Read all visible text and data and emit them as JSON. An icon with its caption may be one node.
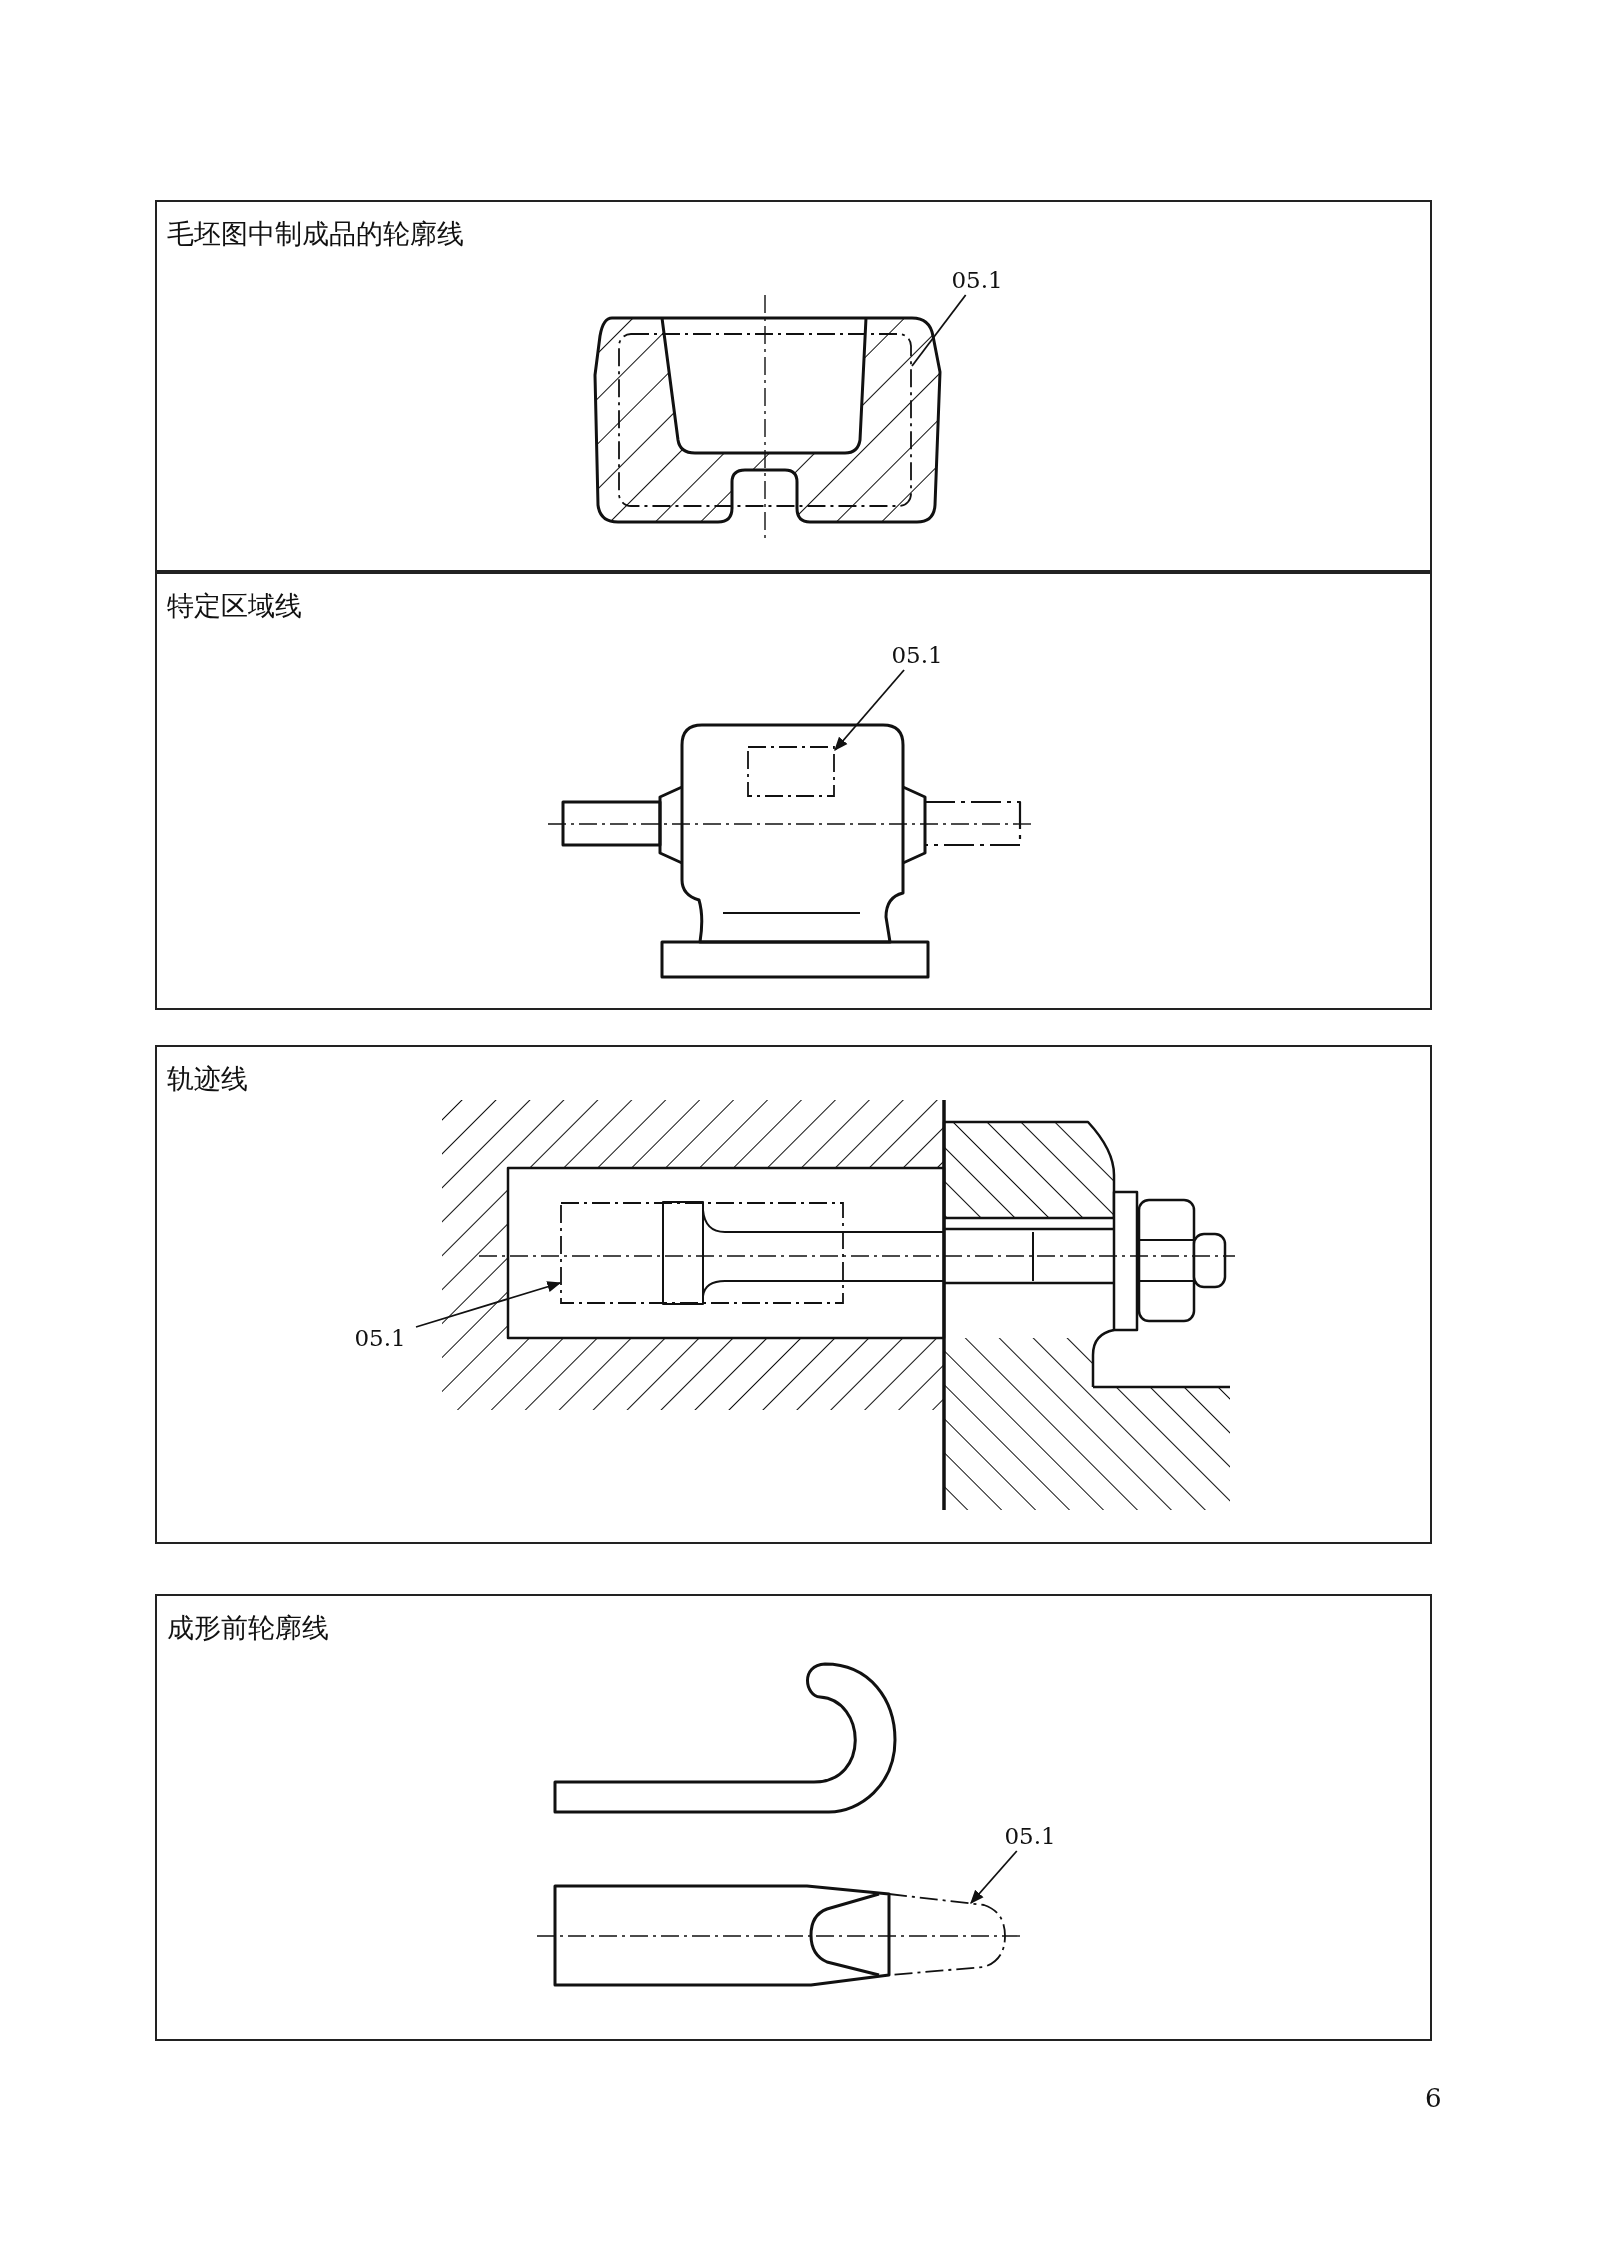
{
  "diagram": {
    "nodes": [
      {
        "text": [
          "毛坯图中制成品的轮廓线"
        ]
      },
      {
        "text": [
          "05.1"
        ],
        "in": 0
      },
      {
        "text": [],
        "shape": "box",
        "in": 0
      },
      {
        "text": [
          "特定区域线"
        ]
      },
      {
        "text": [
          "05.1"
        ],
        "in": 3
      },
      {
        "text": [],
        "shape": "box",
        "in": 3
      },
      {
        "text": [
          "轨迹线"
        ]
      },
      {
        "text": [
          "05.1"
        ],
        "in": 6
      },
      {
        "text": [],
        "shape": "box",
        "in": 6
      },
      {
        "text": [
          "成形前轮廓线"
        ]
      },
      {
        "text": [
          "05.1"
        ],
        "in": 9
      },
      {
        "text": [],
        "shape": "picture",
        "in": 9
      }
    ],
    "edges": [
      {
        "from": 1,
        "to": 2,
        "arrow": "none"
      },
      {
        "from": 4,
        "to": 5,
        "arrow": "to"
      },
      {
        "from": 7,
        "to": 8,
        "arrow": "to"
      },
      {
        "from": 10,
        "to": 11,
        "arrow": "to"
      }
    ],
    "labels": [
      "6"
    ]
  }
}
